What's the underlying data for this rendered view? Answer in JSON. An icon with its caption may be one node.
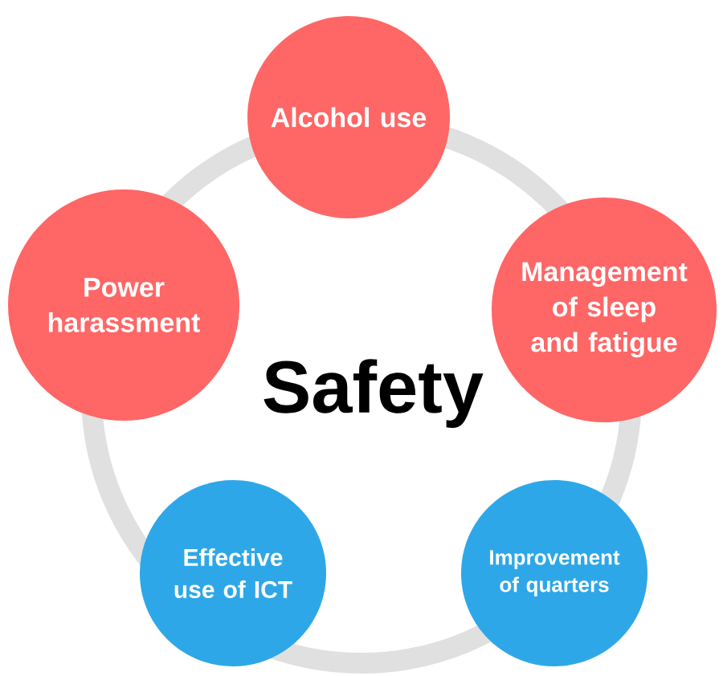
{
  "diagram": {
    "nodes": [
      {
        "text": [
          "Alcohol use"
        ]
      },
      {
        "text": [
          "Management of sleep and fatigue"
        ]
      },
      {
        "text": [
          "Improvement of quarters"
        ]
      },
      {
        "text": [
          "Effective use of ICT"
        ]
      },
      {
        "text": [
          "Power harassment"
        ]
      }
    ],
    "labels": [
      "Safety"
    ]
  }
}
